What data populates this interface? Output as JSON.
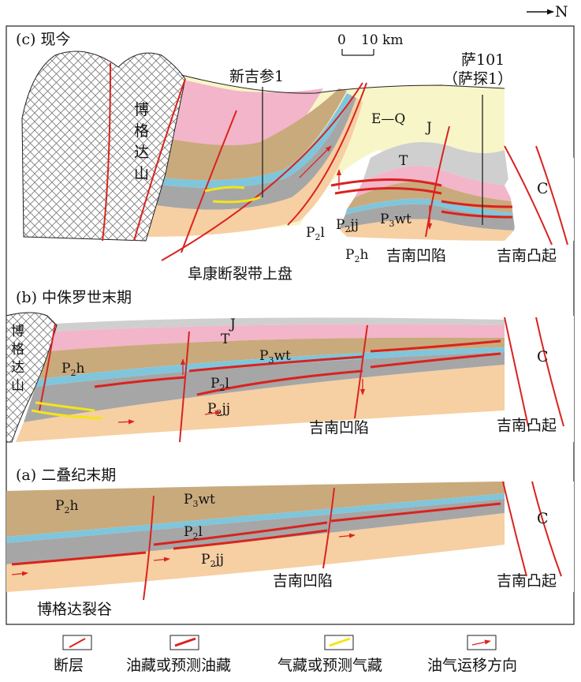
{
  "north": "N",
  "panel_c": {
    "title": "(c) 现今",
    "scale_zero": "0",
    "scale_label": "10 km",
    "mountain": [
      "博",
      "格",
      "达",
      "山"
    ],
    "well1": "新吉参1",
    "well2_line1": "萨101",
    "well2_line2": "（萨探1）",
    "eq": "E—Q",
    "j": "J",
    "t": "T",
    "c": "C",
    "p2l_main": "P",
    "p2l_sub": "2",
    "p2l_tail": "l",
    "p2jj_main": "P",
    "p2jj_sub": "2",
    "p2jj_tail": "jj",
    "p2h_main": "P",
    "p2h_sub": "2",
    "p2h_tail": "h",
    "p3wt_main": "P",
    "p3wt_sub": "3",
    "p3wt_tail": "wt",
    "depression": "吉南凹陷",
    "uplift": "吉南凸起",
    "fault_belt": "阜康断裂带上盘"
  },
  "panel_b": {
    "title": "(b) 中侏罗世末期",
    "mountain": [
      "博",
      "格",
      "达",
      "山"
    ],
    "j": "J",
    "t": "T",
    "p3wt_main": "P",
    "p3wt_sub": "3",
    "p3wt_tail": "wt",
    "p2h_main": "P",
    "p2h_sub": "2",
    "p2h_tail": "h",
    "p2l_main": "P",
    "p2l_sub": "2",
    "p2l_tail": "l",
    "p2jj_main": "P",
    "p2jj_sub": "2",
    "p2jj_tail": "jj",
    "c": "C",
    "depression": "吉南凹陷",
    "uplift": "吉南凸起"
  },
  "panel_a": {
    "title": "(a) 二叠纪末期",
    "p2h_main": "P",
    "p2h_sub": "2",
    "p2h_tail": "h",
    "p3wt_main": "P",
    "p3wt_sub": "3",
    "p3wt_tail": "wt",
    "p2l_main": "P",
    "p2l_sub": "2",
    "p2l_tail": "l",
    "p2jj_main": "P",
    "p2jj_sub": "2",
    "p2jj_tail": "jj",
    "c": "C",
    "depression": "吉南凹陷",
    "uplift": "吉南凸起",
    "rift": "博格达裂谷"
  },
  "legend": [
    "断层",
    "油藏或预测油藏",
    "气藏或预测气藏",
    "油气运移方向"
  ],
  "colors": {
    "fault": "#d9231f",
    "oil": "#d9231f",
    "gas": "#f4e419",
    "migration": "#d9231f",
    "eq": "#f8f6c8",
    "j": "#cfcfcf",
    "t": "#f3b5c9",
    "p3wt": "#c9aa7c",
    "p2h": "#7fc6dc",
    "p2l": "#a6a6a6",
    "p2jj": "#f6cfa3"
  }
}
